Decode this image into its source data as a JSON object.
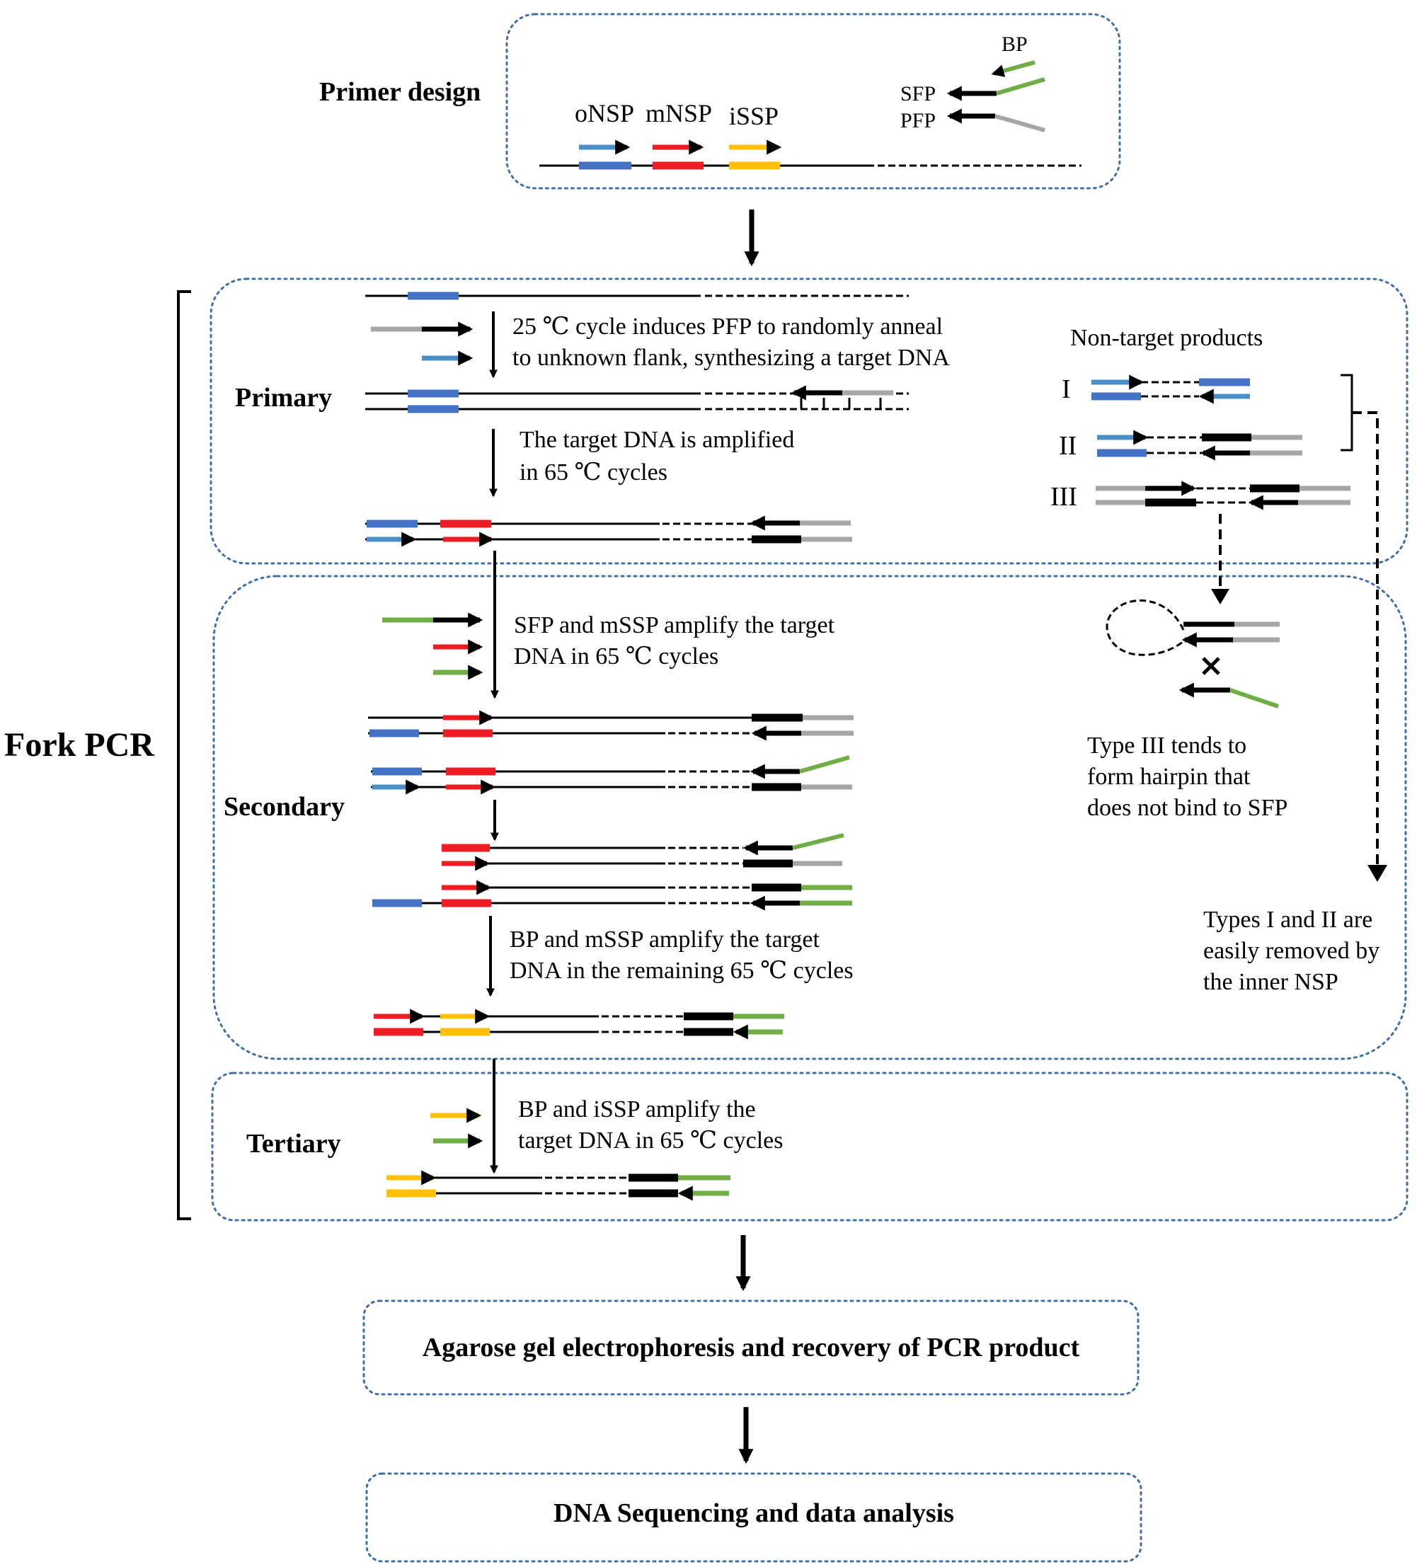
{
  "colors": {
    "blue_primer": "#4a8fc8",
    "blue_bar": "#4472c4",
    "red": "#ee1c25",
    "yellow": "#ffc000",
    "green": "#70ad47",
    "gray": "#a6a6a6",
    "black": "#000000",
    "box_border": "#3f6fa6"
  },
  "primer_design": {
    "title": "Primer design",
    "labels": {
      "onsp": "oNSP",
      "mnsp": "mNSP",
      "issp": "iSSP",
      "bp": "BP",
      "sfp": "SFP",
      "pfp": "PFP"
    }
  },
  "fork_pcr": {
    "label": "Fork PCR"
  },
  "primary": {
    "title": "Primary",
    "step1": [
      "25 ℃ cycle induces PFP to randomly anneal",
      "to unknown flank, synthesizing a target DNA"
    ],
    "step2": [
      "The target DNA is amplified",
      "in 65 ℃ cycles"
    ]
  },
  "non_target": {
    "title": "Non-target products",
    "types": [
      "I",
      "II",
      "III"
    ],
    "hairpin_note": [
      "Type III tends to",
      "form  hairpin that",
      "does not bind to SFP"
    ],
    "removed_note": [
      "Types I and II are",
      "easily removed by",
      "the inner NSP"
    ]
  },
  "secondary": {
    "title": "Secondary",
    "step1": [
      "SFP and mSSP amplify the target",
      "DNA in 65 ℃ cycles"
    ],
    "step2": [
      "BP and mSSP amplify the target",
      "DNA in the remaining 65 ℃ cycles"
    ]
  },
  "tertiary": {
    "title": "Tertiary",
    "step1": [
      "BP and iSSP amplify the",
      "target DNA in 65 ℃ cycles"
    ]
  },
  "gel": {
    "label": "Agarose gel electrophoresis and recovery of PCR product"
  },
  "sequencing": {
    "label": "DNA Sequencing and data analysis"
  }
}
